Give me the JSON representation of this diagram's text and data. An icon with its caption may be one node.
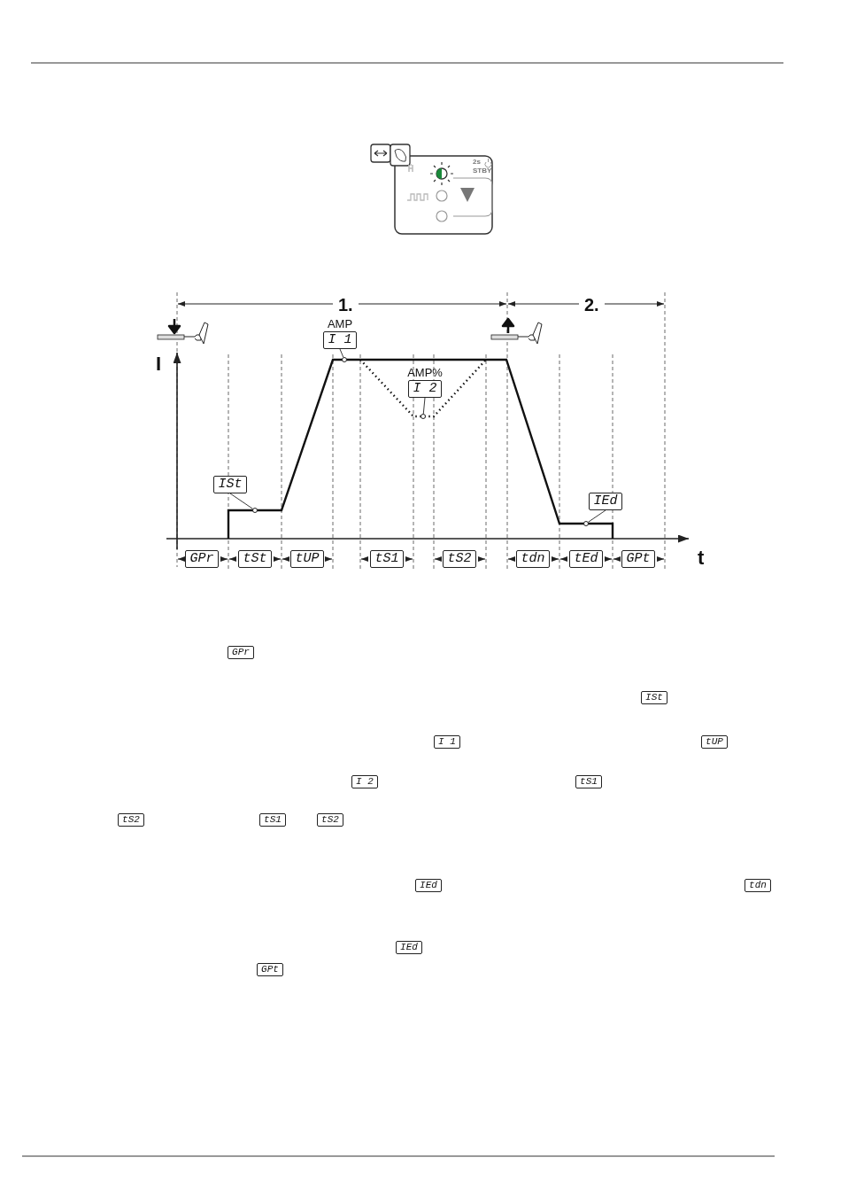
{
  "diagram": {
    "nodes": [
      {
        "text": [
          "AMP",
          "I 1"
        ]
      },
      {
        "text": [],
        "shape": "circle"
      },
      {
        "text": [
          "AMP%",
          "I 2"
        ]
      },
      {
        "text": [],
        "shape": "circle"
      },
      {
        "text": [
          "ISt"
        ]
      },
      {
        "text": [],
        "shape": "circle"
      },
      {
        "text": [
          "IEd"
        ]
      },
      {
        "text": [],
        "shape": "circle"
      },
      {
        "text": [
          "GPr"
        ]
      },
      {
        "text": [
          "tSt"
        ]
      },
      {
        "text": [
          "tUP"
        ]
      },
      {
        "text": [
          "tS1"
        ]
      },
      {
        "text": [
          "tS2"
        ]
      },
      {
        "text": [
          "tdn"
        ]
      },
      {
        "text": [
          "tEd"
        ]
      },
      {
        "text": [
          "GPt"
        ]
      },
      {
        "text": [
          "GPr"
        ]
      },
      {
        "text": [
          "ISt"
        ]
      },
      {
        "text": [
          "I 1"
        ]
      },
      {
        "text": [
          "tUP"
        ]
      },
      {
        "text": [
          "I 2"
        ]
      },
      {
        "text": [
          "tS1"
        ]
      },
      {
        "text": [
          "tS2"
        ]
      },
      {
        "text": [
          "tS1"
        ]
      },
      {
        "text": [
          "tS2"
        ]
      },
      {
        "text": [
          "IEd"
        ]
      },
      {
        "text": [
          "tdn"
        ]
      },
      {
        "text": [
          "IEd"
        ]
      },
      {
        "text": [
          "GPt"
        ]
      }
    ],
    "edges": [
      {
        "from": 0,
        "to": 1,
        "arrow": "none"
      },
      {
        "from": 2,
        "to": 3,
        "arrow": "none"
      },
      {
        "from": 4,
        "to": 5,
        "arrow": "none"
      },
      {
        "from": 6,
        "to": 7,
        "arrow": "none"
      }
    ],
    "labels": [
      "2s",
      "STBY",
      "1.",
      "2.",
      "I",
      "t"
    ]
  }
}
